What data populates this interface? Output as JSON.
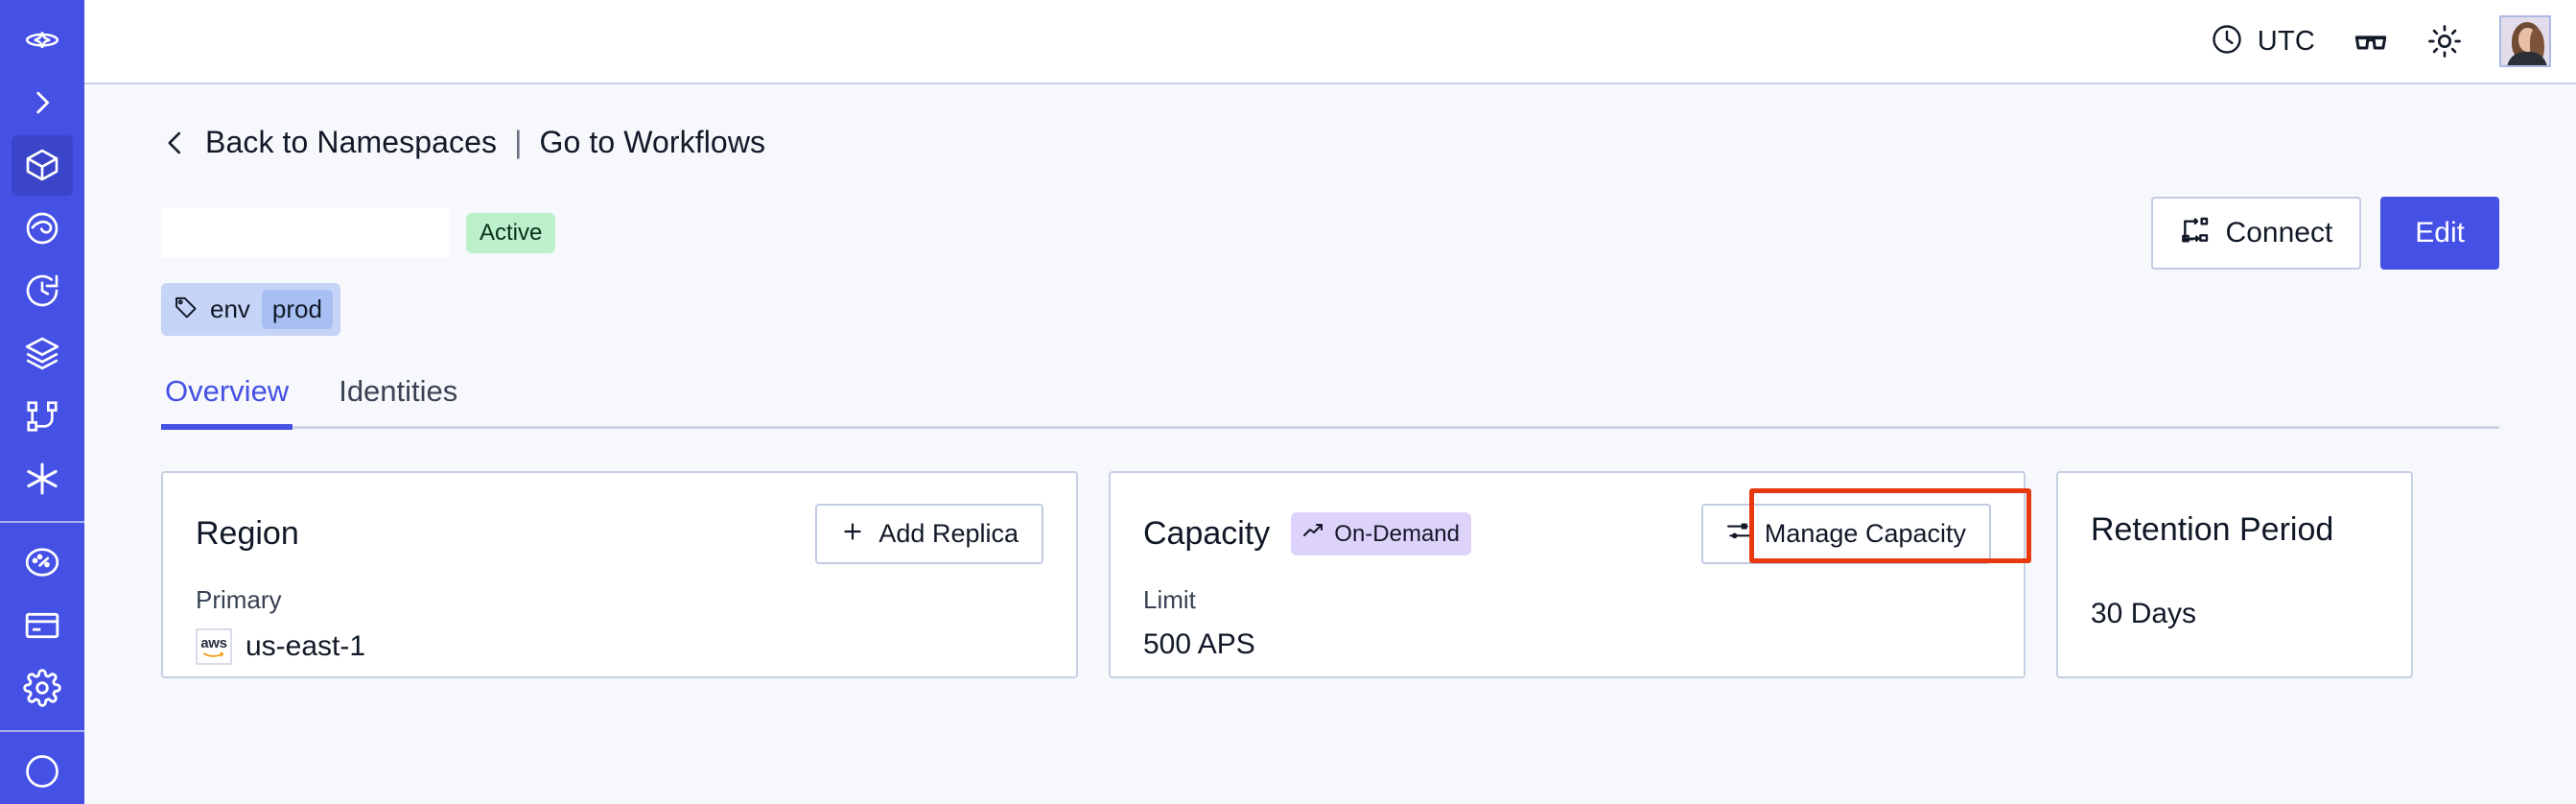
{
  "sidebar": {
    "items": [
      {
        "name": "logo-icon",
        "label": "Temporal"
      },
      {
        "name": "expand-icon",
        "label": "Expand navigation"
      },
      {
        "name": "namespaces-icon",
        "label": "Namespaces"
      },
      {
        "name": "visibility-icon",
        "label": "Observability"
      },
      {
        "name": "history-icon",
        "label": "History"
      },
      {
        "name": "layers-icon",
        "label": "Layers"
      },
      {
        "name": "workflows-icon",
        "label": "Workflows"
      },
      {
        "name": "asterisk-icon",
        "label": "Integrations"
      }
    ],
    "lower_items": [
      {
        "name": "usage-icon",
        "label": "Usage"
      },
      {
        "name": "billing-icon",
        "label": "Billing"
      },
      {
        "name": "settings-icon",
        "label": "Settings"
      }
    ]
  },
  "topbar": {
    "timezone_label": "UTC",
    "clock_icon": "clock-icon",
    "glasses_icon": "glasses-icon",
    "theme_icon": "sun-icon",
    "avatar_label": "User avatar"
  },
  "breadcrumb": {
    "back_label": "Back to Namespaces",
    "separator": "|",
    "forward_label": "Go to Workflows"
  },
  "namespace": {
    "name": "",
    "status_badge": "Active",
    "tag": {
      "icon": "tag-icon",
      "key": "env",
      "value": "prod"
    }
  },
  "actions": {
    "connect_label": "Connect",
    "edit_label": "Edit"
  },
  "tabs": [
    {
      "label": "Overview",
      "active": true
    },
    {
      "label": "Identities",
      "active": false
    }
  ],
  "cards": {
    "region": {
      "title": "Region",
      "action_label": "Add Replica",
      "action_icon": "plus-icon",
      "sub_label": "Primary",
      "provider_icon": "aws-logo",
      "value": "us-east-1"
    },
    "capacity": {
      "title": "Capacity",
      "badge": "On-Demand",
      "badge_icon": "trending-up-icon",
      "action_label": "Manage Capacity",
      "action_icon": "sliders-icon",
      "sub_label": "Limit",
      "value": "500 APS",
      "highlighted": true
    },
    "retention": {
      "title": "Retention Period",
      "value": "30 Days"
    }
  },
  "colors": {
    "brand_indigo": "#4550e5",
    "sidebar_active": "#3a45c9",
    "content_bg": "#f7f8fb",
    "badge_active_bg": "#bbf0cb",
    "badge_ondemand_bg": "#ddd3fa",
    "tag_bg": "#c5d4f7",
    "tag_value_bg": "#a7bff2",
    "annotation_red": "#e8380d",
    "border_gray": "#c6d0e3"
  }
}
